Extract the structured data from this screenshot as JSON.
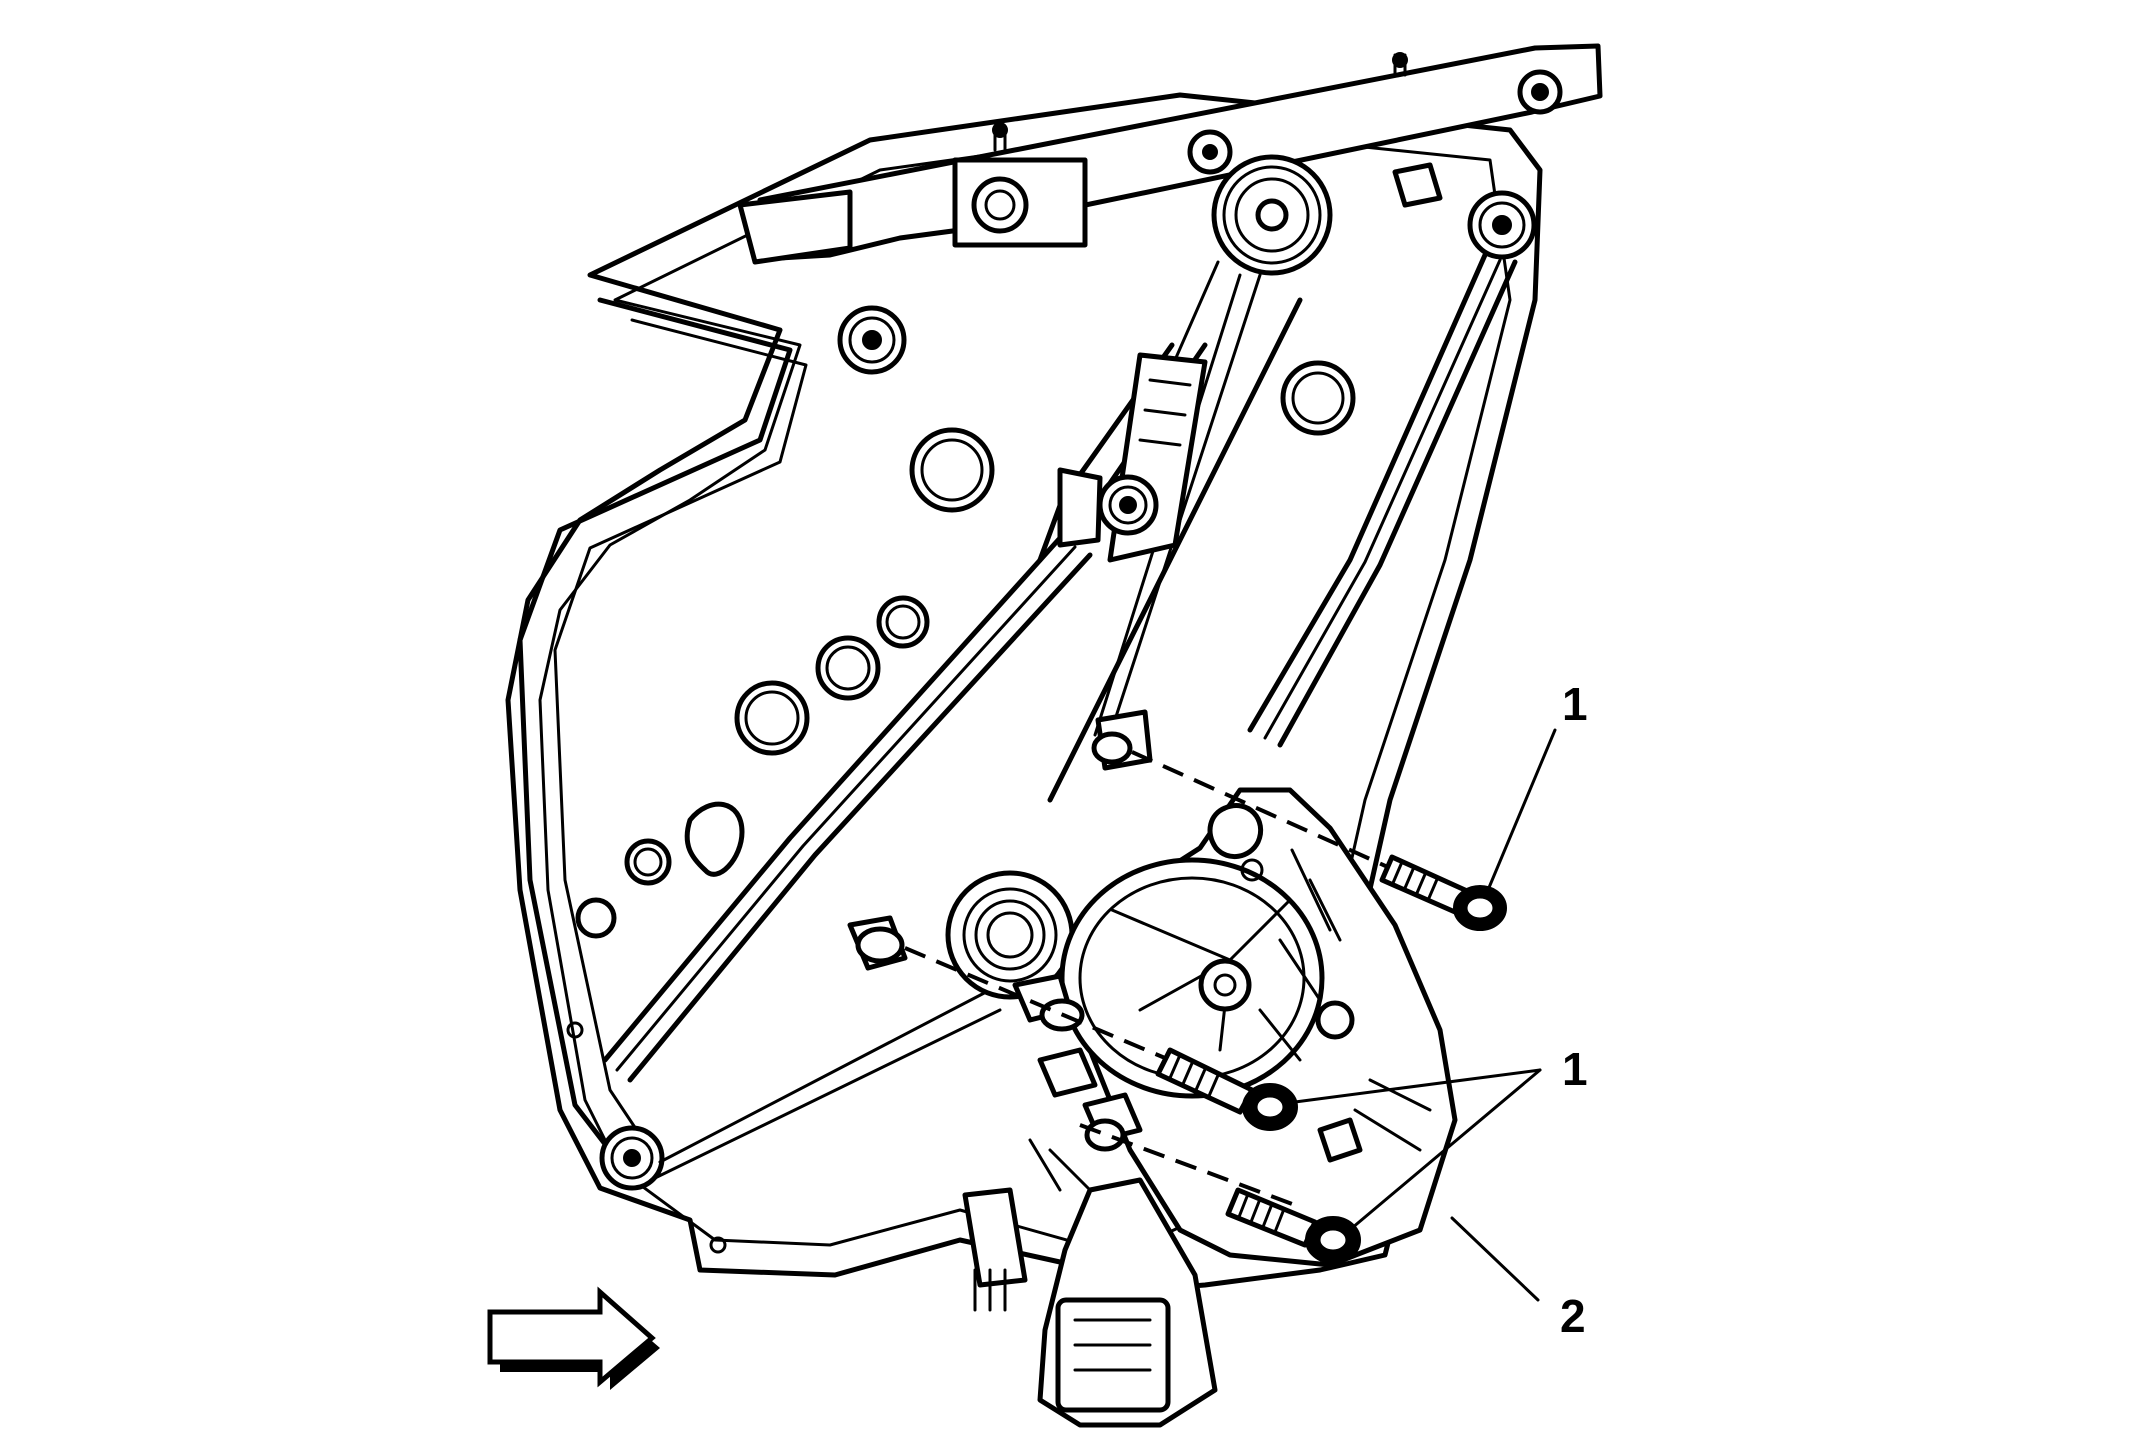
{
  "callouts": [
    {
      "id": "c1a",
      "label": "1"
    },
    {
      "id": "c1b",
      "label": "1"
    },
    {
      "id": "c2",
      "label": "2"
    }
  ],
  "colors": {
    "line": "#000000",
    "background": "#ffffff"
  },
  "icons": {
    "view_arrow": "right-arrow-icon"
  }
}
